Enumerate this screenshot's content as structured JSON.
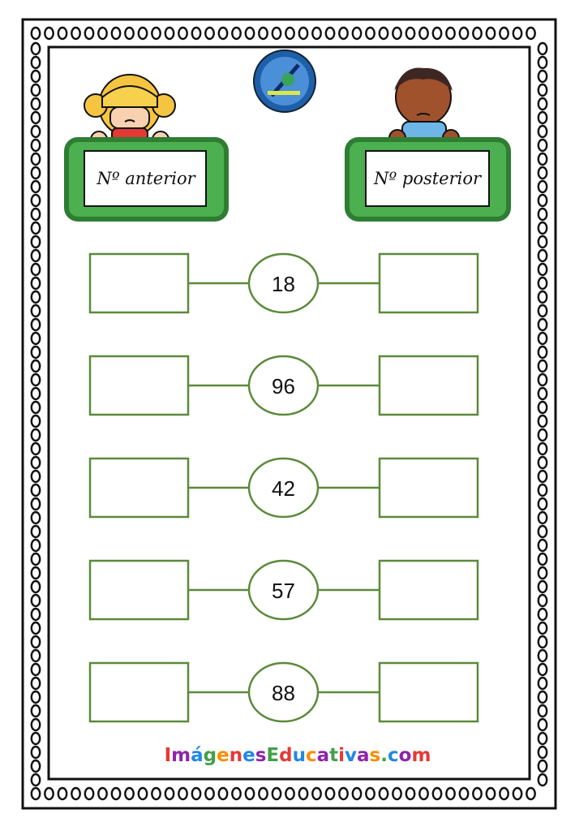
{
  "header": {
    "logo_label": "logo",
    "left_sign": "Nº anterior",
    "right_sign": "Nº posterior"
  },
  "rows": [
    {
      "number": "18"
    },
    {
      "number": "96"
    },
    {
      "number": "42"
    },
    {
      "number": "57"
    },
    {
      "number": "88"
    }
  ],
  "footer": {
    "letters": [
      "I",
      "m",
      "á",
      "g",
      "e",
      "n",
      "e",
      "s",
      "E",
      "d",
      "u",
      "c",
      "a",
      "t",
      "i",
      "v",
      "a",
      "s",
      ".",
      "c",
      "o",
      "m"
    ],
    "colors": [
      "#e53935",
      "#8e24aa",
      "#1e88e5",
      "#43a047",
      "#fb8c00",
      "#e53935",
      "#1e88e5",
      "#8e24aa",
      "#43a047",
      "#e53935",
      "#1e88e5",
      "#fb8c00",
      "#8e24aa",
      "#43a047",
      "#e53935",
      "#1e88e5",
      "#8e24aa",
      "#fb8c00",
      "#43a047",
      "#1e88e5",
      "#8e24aa",
      "#e53935"
    ]
  },
  "colors": {
    "box_stroke": "#5b8a3a",
    "frame_green": "#4caf50",
    "frame_green_dark": "#2e7d32"
  }
}
